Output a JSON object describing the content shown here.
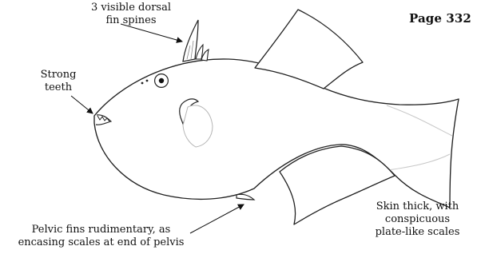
{
  "page_label": "Page 332",
  "annotations": {
    "dorsal": {
      "line1": "3 visible dorsal",
      "line2": "fin spines"
    },
    "teeth": {
      "line1": "Strong",
      "line2": "teeth"
    },
    "pelvic": {
      "line1": "Pelvic fins rudimentary, as",
      "line2": "encasing scales at end of pelvis"
    },
    "skin": {
      "line1": "Skin thick, with",
      "line2": "conspicuous",
      "line3": "plate-like scales"
    }
  }
}
